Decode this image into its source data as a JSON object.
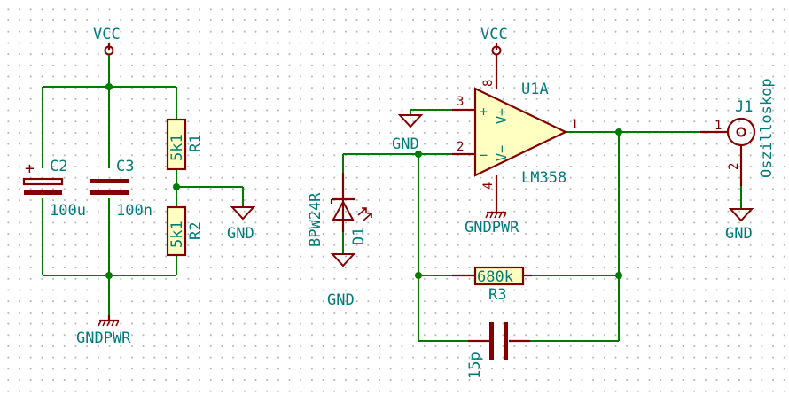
{
  "power": {
    "vcc": "VCC",
    "gnd": "GND",
    "gndpwr": "GNDPWR"
  },
  "components": {
    "c2": {
      "ref": "C2",
      "value": "100u"
    },
    "c3": {
      "ref": "C3",
      "value": "100n"
    },
    "r1": {
      "ref": "R1",
      "value": "5k1"
    },
    "r2": {
      "ref": "R2",
      "value": "5k1"
    },
    "u1": {
      "ref": "U1A",
      "value": "LM358"
    },
    "d1": {
      "ref": "D1",
      "value": "BPW24R"
    },
    "r3": {
      "ref": "R3",
      "value": "680k"
    },
    "c_fb": {
      "value": "15p"
    },
    "j1": {
      "ref": "J1",
      "value": "Oszilloskop"
    }
  },
  "pins": {
    "u1_in_plus": "3",
    "u1_in_minus": "2",
    "u1_out": "1",
    "u1_vcc": "8",
    "u1_gnd": "4",
    "u1_plus_sign": "+",
    "u1_minus_sign": "−",
    "u1_vplus": "V+",
    "u1_vminus": "V−",
    "j1_pin1": "1",
    "j1_pin2": "2"
  },
  "colors": {
    "wire": "#007b00",
    "symbol": "#840000",
    "symbol_fill": "#ffffc2",
    "text": "#007b7b",
    "grid_dot": "#b4b4b4"
  }
}
